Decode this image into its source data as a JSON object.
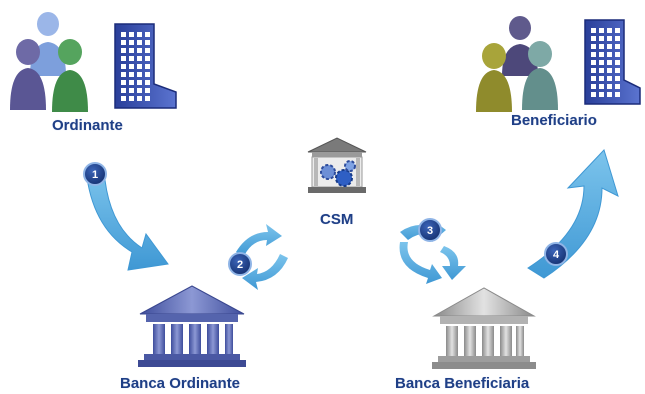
{
  "nodes": {
    "ordinante": {
      "label": "Ordinante",
      "icon": "people-group-icon"
    },
    "beneficiario": {
      "label": "Beneficiario",
      "icon": "people-group-icon"
    },
    "csm": {
      "label": "CSM",
      "icon": "clearing-bank-icon"
    },
    "banca_ordinante": {
      "label": "Banca Ordinante",
      "icon": "bank-icon"
    },
    "banca_beneficiaria": {
      "label": "Banca Beneficiaria",
      "icon": "bank-icon"
    }
  },
  "steps": [
    {
      "number": "1"
    },
    {
      "number": "2"
    },
    {
      "number": "3"
    },
    {
      "number": "4"
    }
  ],
  "colors": {
    "label": "#1f3f86",
    "arrow": "#4aa6dd",
    "step_badge": "#1c3f86",
    "bank_blue": "#4c5ba7",
    "bank_grey": "#9a9a9a",
    "building": "#2a3f9a"
  }
}
